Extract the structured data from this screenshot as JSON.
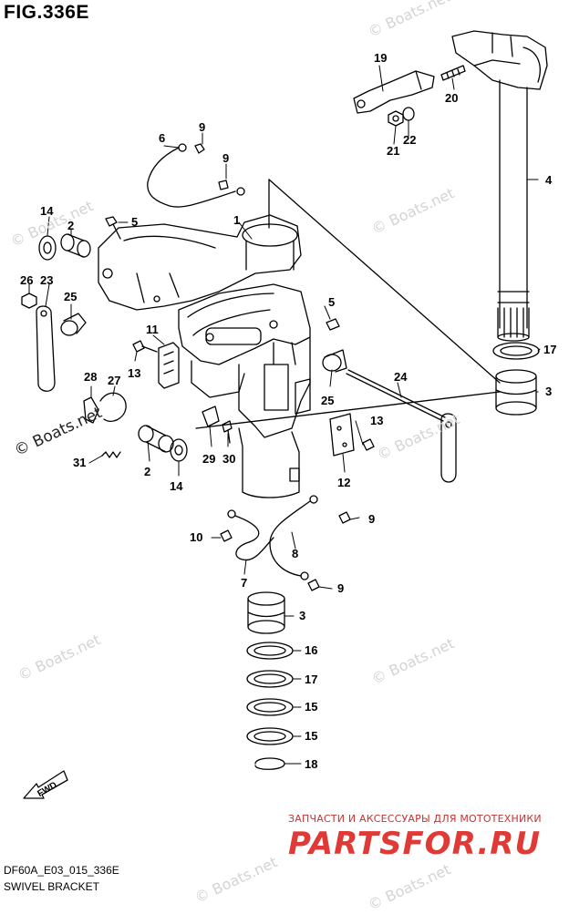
{
  "figure": {
    "title": "FIG.336E",
    "code": "DF60A_E03_015_336E",
    "name": "SWIVEL BRACKET"
  },
  "watermarks": [
    "© Boats.net",
    "© Boats.net",
    "© Boats.net",
    "© Boats.net",
    "© Boats.net",
    "© Boats.net",
    "© Boats.net",
    "© Boats.net",
    "© Boats.net"
  ],
  "fwd_label": "FWD",
  "ad": {
    "tagline": "ЗАПЧАСТИ И АКСЕССУАРЫ ДЛЯ МОТОТЕХНИКИ",
    "brand": "PARTSFOR.RU",
    "color": "#e03a36"
  },
  "callouts": {
    "c1": "1",
    "c2a": "2",
    "c2b": "2",
    "c3a": "3",
    "c3b": "3",
    "c4": "4",
    "c5a": "5",
    "c5b": "5",
    "c6": "6",
    "c7": "7",
    "c8": "8",
    "c9a": "9",
    "c9b": "9",
    "c9c": "9",
    "c9d": "9",
    "c10": "10",
    "c11": "11",
    "c12": "12",
    "c13a": "13",
    "c13b": "13",
    "c14a": "14",
    "c14b": "14",
    "c15a": "15",
    "c15b": "15",
    "c16": "16",
    "c17a": "17",
    "c17b": "17",
    "c18": "18",
    "c19": "19",
    "c20": "20",
    "c21": "21",
    "c22": "22",
    "c23": "23",
    "c24": "24",
    "c25a": "25",
    "c25b": "25",
    "c26": "26",
    "c27": "27",
    "c28": "28",
    "c29": "29",
    "c30": "30",
    "c31": "31"
  }
}
